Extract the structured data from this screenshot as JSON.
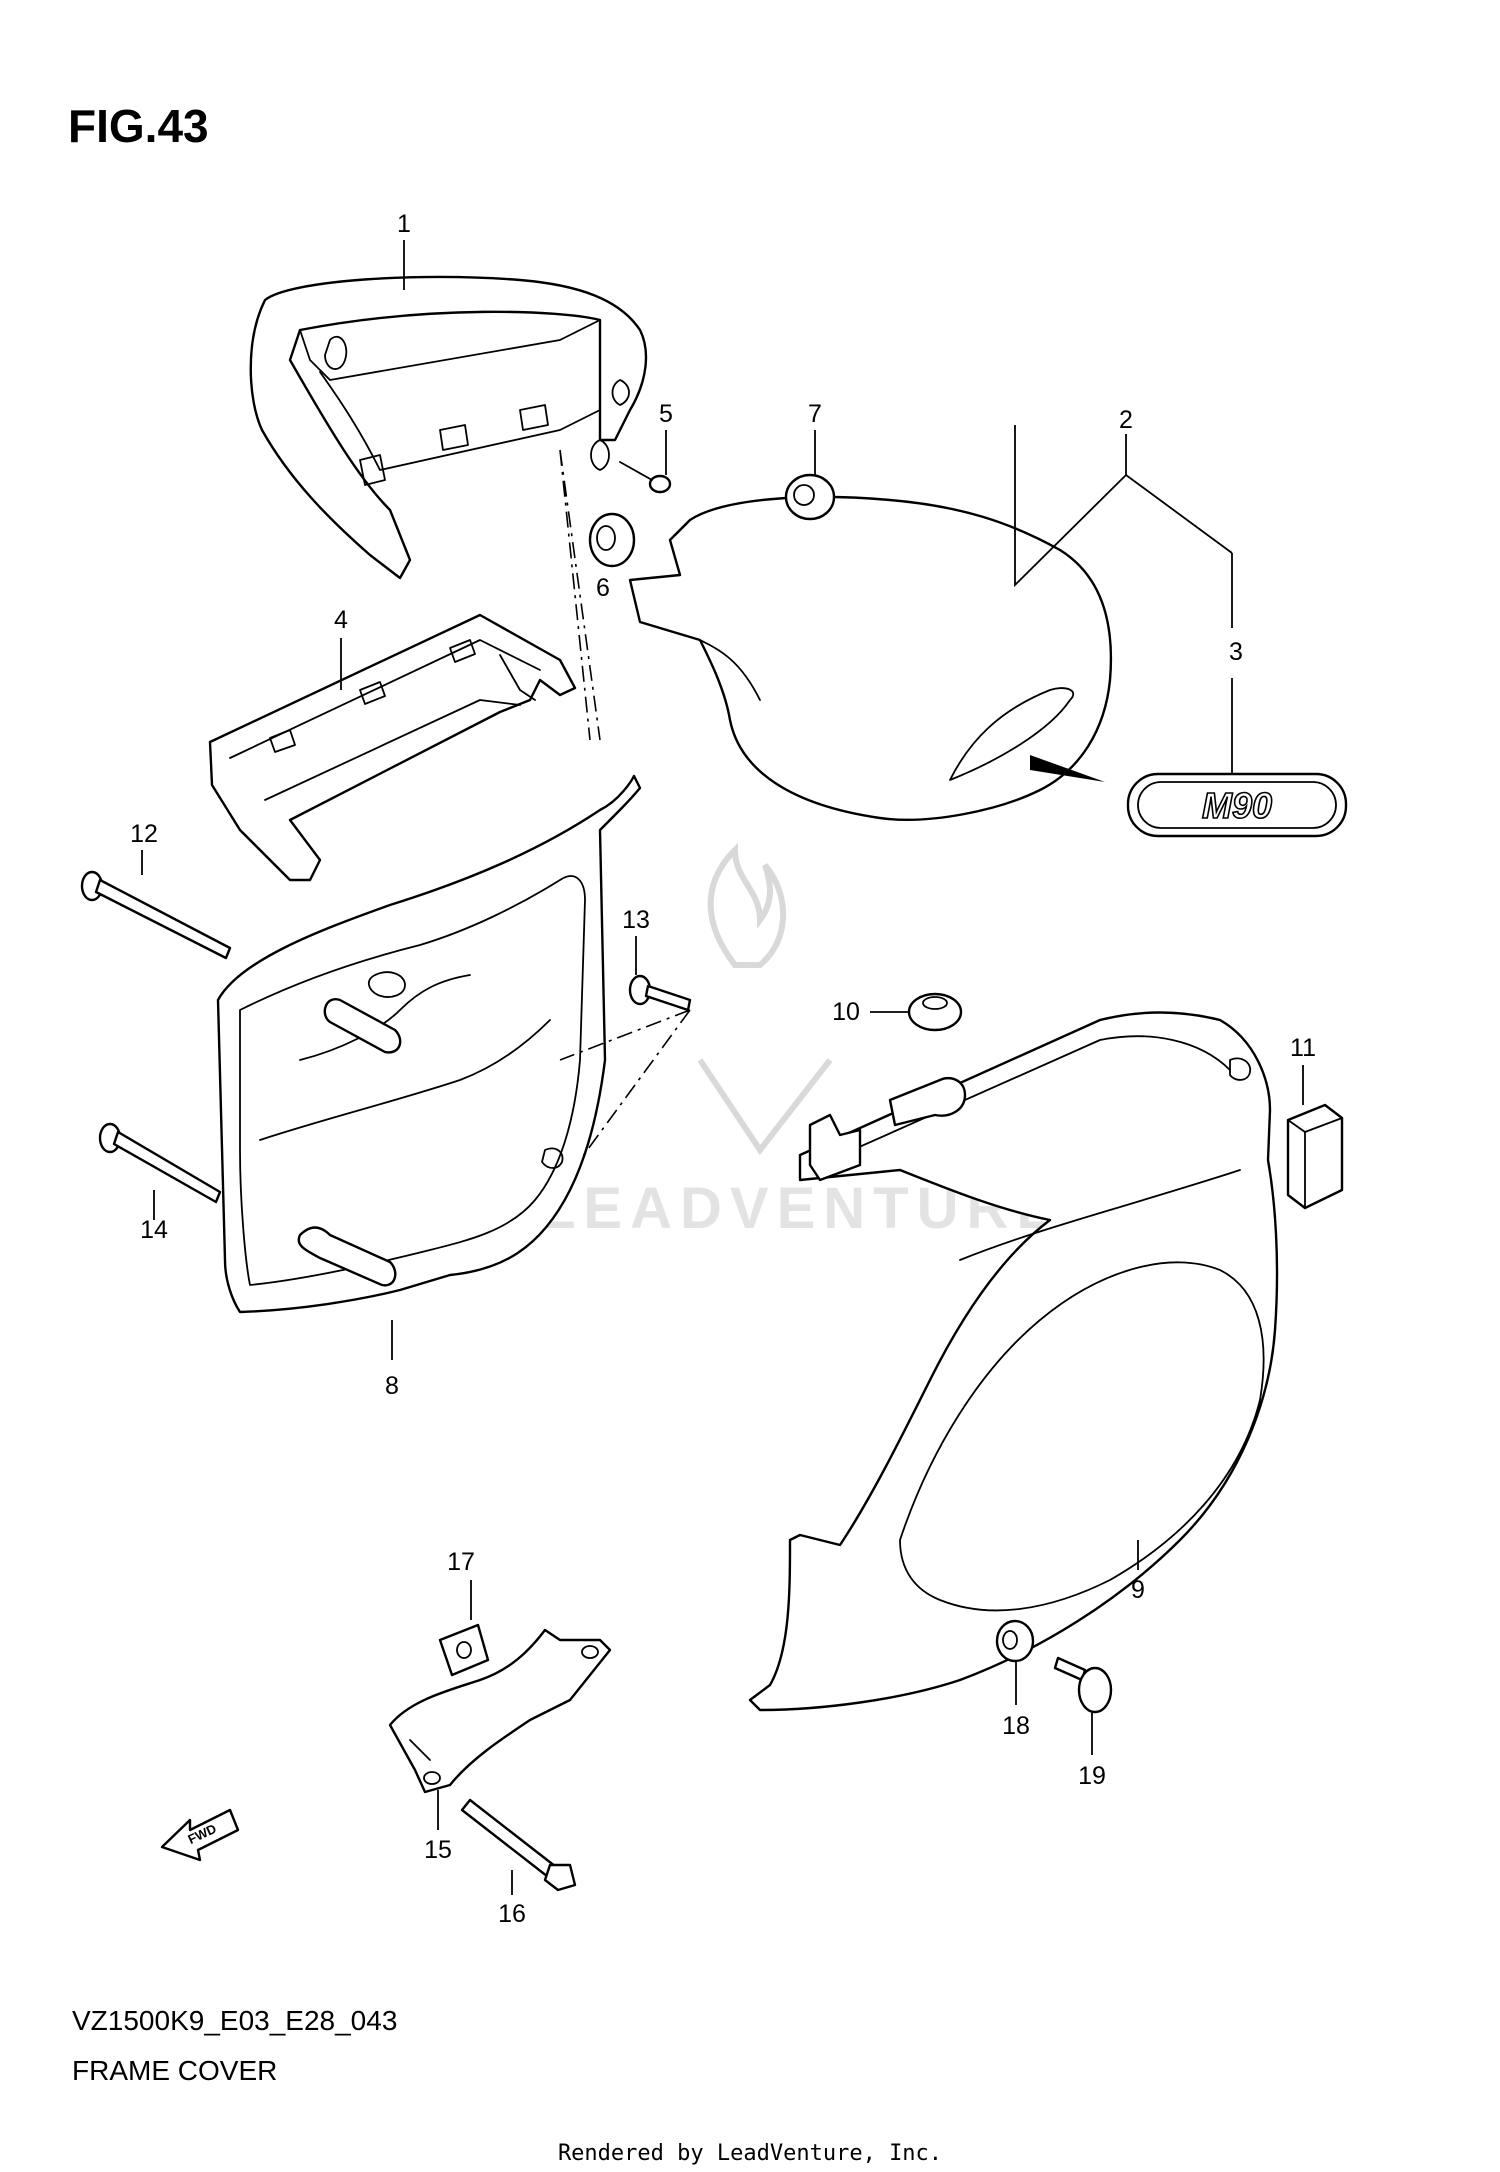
{
  "figure": {
    "title": "FIG.43",
    "model_code": "VZ1500K9_E03_E28_043",
    "section_name": "FRAME COVER",
    "rendered_by": "Rendered by LeadVenture, Inc."
  },
  "watermark": {
    "text": "LEADVENTURE"
  },
  "emblem": {
    "text": "M90"
  },
  "direction_arrow": {
    "text": "FWD"
  },
  "callouts": [
    "1",
    "2",
    "3",
    "4",
    "5",
    "6",
    "7",
    "8",
    "9",
    "10",
    "11",
    "12",
    "13",
    "14",
    "15",
    "16",
    "17",
    "18",
    "19"
  ]
}
